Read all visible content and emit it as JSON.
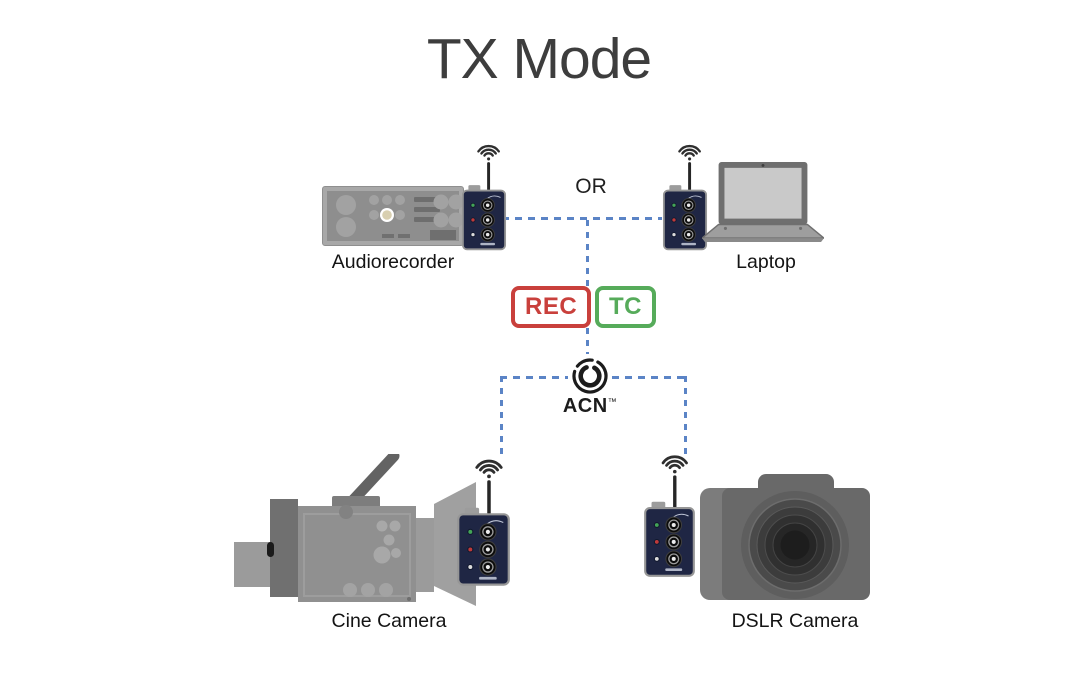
{
  "title": "TX Mode",
  "colors": {
    "dashed_line": "#5b84c6",
    "rec": "#c9403c",
    "tc": "#56ab5a",
    "title_text": "#3d3d3d",
    "label_text": "#141414"
  },
  "connections": {
    "or_label": "OR"
  },
  "badges": {
    "rec": "REC",
    "tc": "TC"
  },
  "hub": {
    "label": "ACN",
    "trademark": "™"
  },
  "devices": {
    "audiorecorder": {
      "label": "Audiorecorder"
    },
    "laptop": {
      "label": "Laptop"
    },
    "cine_camera": {
      "label": "Cine Camera"
    },
    "dslr_camera": {
      "label": "DSLR Camera"
    }
  }
}
